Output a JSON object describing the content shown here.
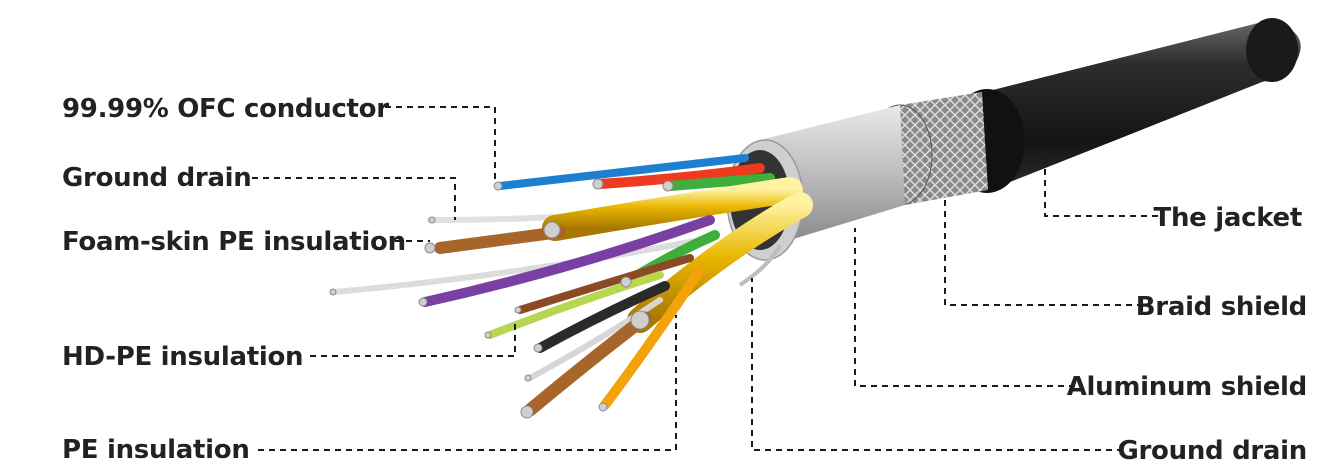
{
  "labels": {
    "ofc_conductor": "99.99% OFC conductor",
    "ground_drain_left": "Ground drain",
    "foam_skin": "Foam-skin PE insulation",
    "hdpe": "HD-PE insulation",
    "pe": "PE insulation",
    "jacket": "The jacket",
    "braid": "Braid shield",
    "aluminum": "Aluminum shield",
    "ground_drain_right": "Ground drain"
  },
  "colors": {
    "jacket": "#1f1f1f",
    "braid": "#6e6e6e",
    "aluminum": "#b9b9bb",
    "gold_foil": "#e4b100",
    "copper": "#d9d9d9",
    "blue": "#1e7fd0",
    "red": "#ee3a1f",
    "green": "#3fae3a",
    "purple": "#7a3fa3",
    "brown": "#a8652a",
    "lime": "#b8d651",
    "black": "#2a2a2a",
    "orange": "#f3a20a"
  }
}
